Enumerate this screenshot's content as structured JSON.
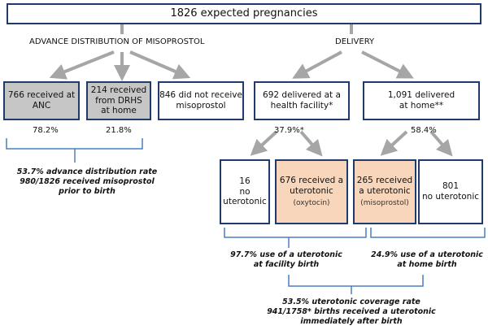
{
  "top": {
    "total": "1826 expected pregnancies"
  },
  "branches": {
    "advance": "ADVANCE DISTRIBUTION OF MISOPROSTOL",
    "delivery": "DELIVERY"
  },
  "distribution": {
    "anc": {
      "label": "766 received at\nANC",
      "pct": "78.2%"
    },
    "drhs": {
      "label": "214 received\nfrom DRHS\nat home",
      "pct": "21.8%"
    },
    "none": {
      "label": "846 did not receive\nmisoprostol"
    },
    "summary": "53.7% advance distribution rate\n980/1826 received misoprostol\nprior to birth"
  },
  "facility": {
    "label": "692 delivered at a\nhealth facility*",
    "pct": "37.9%*",
    "no_utero": "16\nno\nuterotonic",
    "utero": "676 received a\nuterotonic",
    "utero_sub": "(oxytocin)",
    "summary": "97.7% use of a uterotonic\nat facility birth"
  },
  "home": {
    "label": "1,091 delivered\nat home**",
    "pct": "58.4%",
    "utero": "265 received\na uterotonic",
    "utero_sub": "(misoprostol)",
    "no_utero": "801\nno uterotonic",
    "summary": "24.9% use of a uterotonic\nat home birth"
  },
  "coverage": "53.5% uterotonic coverage rate\n941/1758* births received a uterotonic\nimmediately after birth",
  "colors": {
    "box_border": "#1f3b6b",
    "grey_fill": "#c6c6c6",
    "peach_fill": "#f8d6bb",
    "arrow": "#a6a6a6",
    "bracket": "#4a7fc1"
  }
}
